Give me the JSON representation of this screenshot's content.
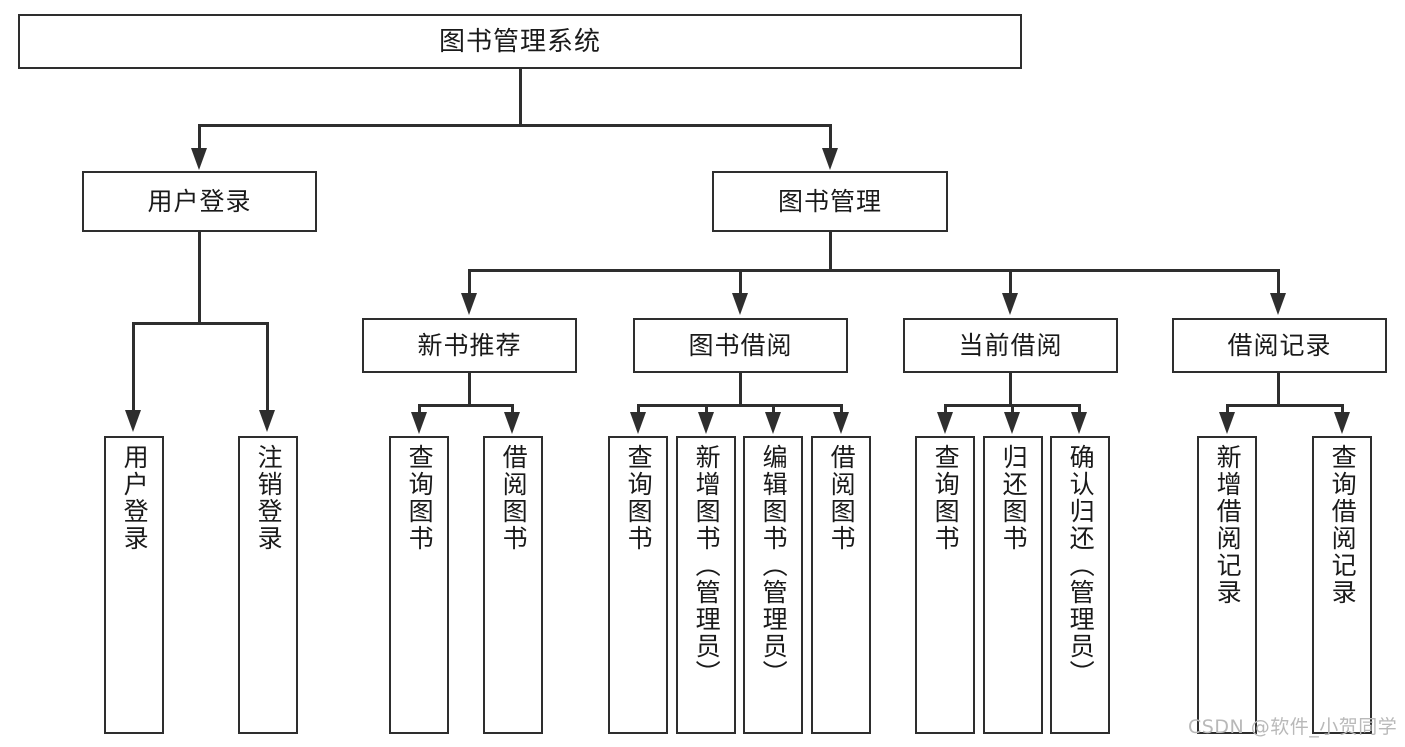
{
  "diagram": {
    "title": "图书管理系统",
    "type": "hierarchy-tree",
    "root": {
      "label": "图书管理系统"
    },
    "level2": [
      {
        "label": "用户登录"
      },
      {
        "label": "图书管理"
      }
    ],
    "level3": [
      {
        "label": "新书推荐"
      },
      {
        "label": "图书借阅"
      },
      {
        "label": "当前借阅"
      },
      {
        "label": "借阅记录"
      }
    ],
    "leaves": {
      "user_login": [
        {
          "label": "用户登录"
        },
        {
          "label": "注销登录"
        }
      ],
      "new_book_recommend": [
        {
          "label": "查询图书"
        },
        {
          "label": "借阅图书"
        }
      ],
      "book_borrow": [
        {
          "label": "查询图书"
        },
        {
          "label": "新增图书（管理员）"
        },
        {
          "label": "编辑图书（管理员）"
        },
        {
          "label": "借阅图书"
        }
      ],
      "current_borrow": [
        {
          "label": "查询图书"
        },
        {
          "label": "归还图书"
        },
        {
          "label": "确认归还（管理员）"
        }
      ],
      "borrow_record": [
        {
          "label": "新增借阅记录"
        },
        {
          "label": "查询借阅记录"
        }
      ]
    }
  },
  "watermark": {
    "text": "CSDN @软件_小贺同学"
  },
  "colors": {
    "stroke": "#2e2e2e",
    "fill": "#ffffff",
    "text": "#1a1a1a",
    "watermark": "#b9b9b9"
  }
}
